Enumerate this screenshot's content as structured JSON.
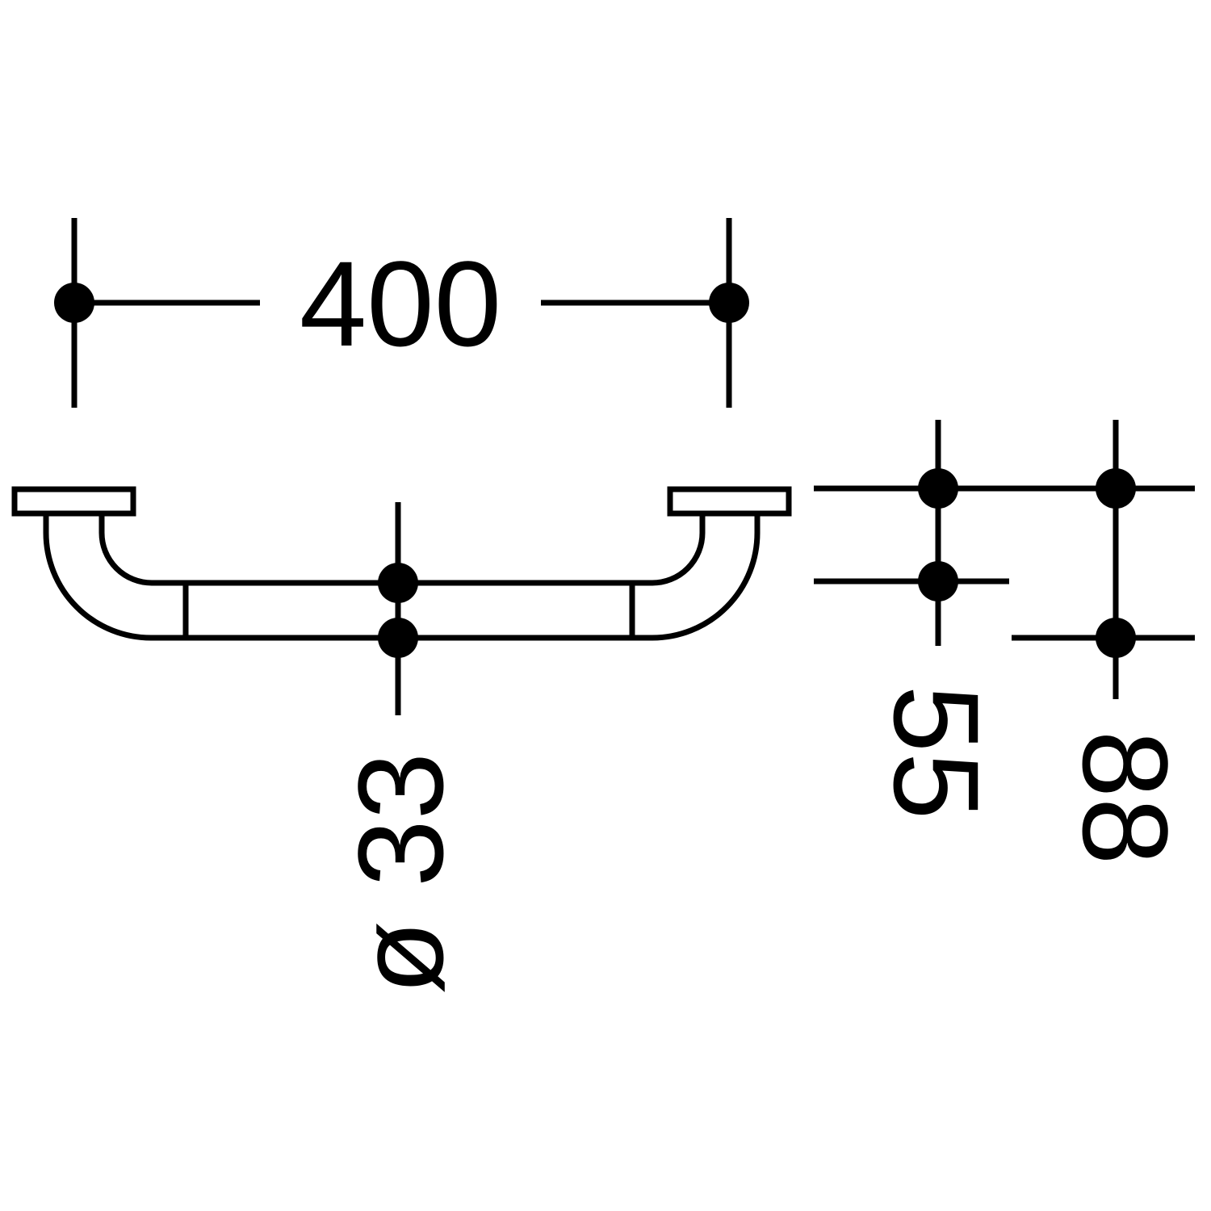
{
  "drawing": {
    "dimensions": {
      "width_label": "400",
      "tube_diameter_label": "ø 33",
      "projection_tube_label": "55",
      "projection_total_label": "88"
    },
    "colors": {
      "line": "#000000",
      "background": "#ffffff"
    }
  }
}
